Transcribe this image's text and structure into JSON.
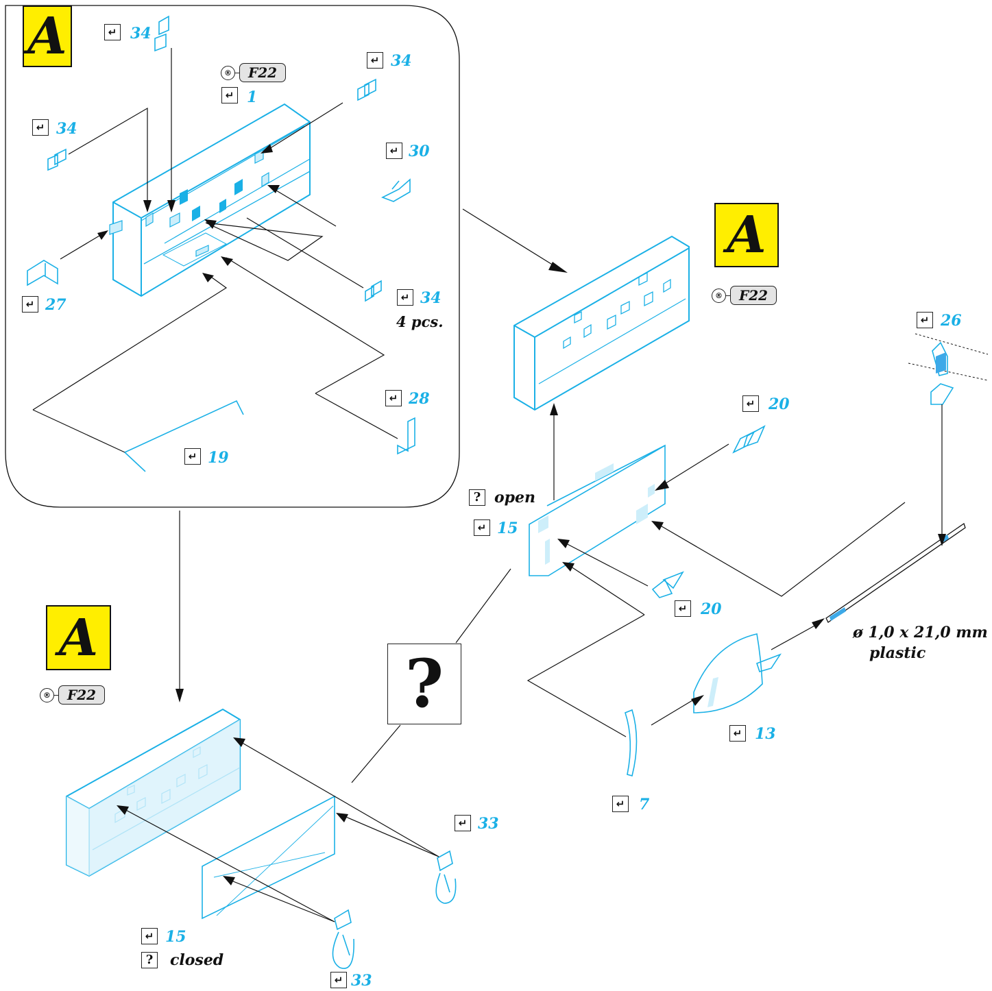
{
  "colors": {
    "part_line": "#1ab0e6",
    "highlight": "#3da9e8",
    "marker_bg": "#ffee00",
    "leader": "#111111"
  },
  "assembly_marker": "A",
  "paint_ref": {
    "symbol": "®",
    "code": "F22"
  },
  "bend_icon": "bend-arrow-icon",
  "question_mark": "?",
  "parts": {
    "p34_a": "34",
    "p34_b": "34",
    "p34_c": "34",
    "p34_d": "34",
    "p34_d_qty": "4 pcs.",
    "p1": "1",
    "p30": "30",
    "p27": "27",
    "p28": "28",
    "p19": "19",
    "p26": "26",
    "p20_a": "20",
    "p20_b": "20",
    "p15_a": "15",
    "p15_b": "15",
    "p13": "13",
    "p7": "7",
    "p33_a": "33",
    "p33_b": "33"
  },
  "states": {
    "open": "open",
    "closed": "closed"
  },
  "rod": {
    "dimension": "ø 1,0 x 21,0 mm",
    "material": "plastic"
  }
}
